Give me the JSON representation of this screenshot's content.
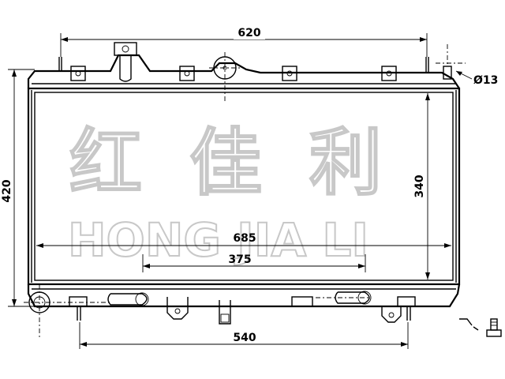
{
  "dimensions": {
    "top_width": "620",
    "core_width": "685",
    "inner_width": "375",
    "bottom_width": "540",
    "height": "420",
    "core_height": "340",
    "pipe_diameter": "Ø13"
  },
  "watermark": {
    "chinese": "红佳利",
    "latin": "HONG JIA LI"
  },
  "colors": {
    "line": "#000000",
    "watermark_outline": "#c8c8c8",
    "background": "#ffffff"
  }
}
